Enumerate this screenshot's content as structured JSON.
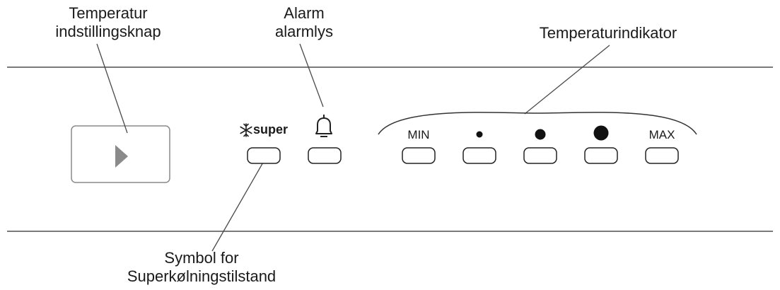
{
  "callouts": {
    "temp_button": [
      "Temperatur",
      "indstillingsknap"
    ],
    "alarm": [
      "Alarm",
      "alarmlys"
    ],
    "temp_indicator": "Temperaturindikator",
    "super_symbol": [
      "Symbol for",
      "Superkølningstilstand"
    ]
  },
  "panel": {
    "super_label": "super",
    "min_label": "MIN",
    "max_label": "MAX",
    "temperature_levels": 5
  },
  "icons": {
    "snowflake": "snowflake-icon",
    "bell": "bell-icon",
    "play": "play-triangle-icon"
  },
  "colors": {
    "line": "#4a4a4a",
    "panel_line": "#7a7a7a",
    "play_triangle": "#8a8a8a",
    "dot": "#111111"
  }
}
